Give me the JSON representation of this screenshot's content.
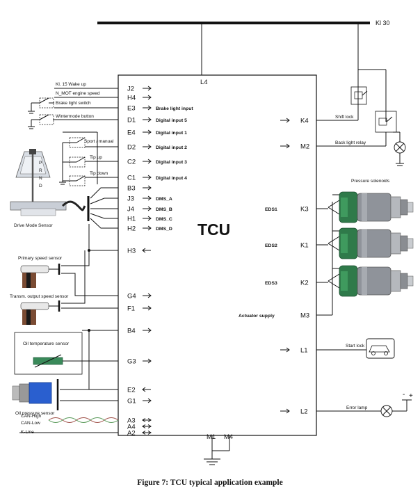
{
  "bus_label": "Kl 30",
  "tcu": {
    "title": "TCU",
    "top_pin": "L4",
    "bottom_pins": [
      "M1",
      "M4"
    ]
  },
  "left_pins": [
    "J2",
    "H4",
    "E3",
    "D1",
    "E4",
    "D2",
    "C2",
    "C1",
    "B3",
    "J3",
    "J4",
    "H1",
    "H2",
    "H3",
    "G4",
    "F1",
    "B4",
    "G3",
    "E2",
    "G1",
    "A3",
    "A4",
    "A2"
  ],
  "internal_labels": {
    "E3": "Brake light  input",
    "D1": "Digital input 5",
    "E4": "Digital input 1",
    "D2": "Digital input 2",
    "C2": "Digital input 3",
    "C1": "Digital input 4",
    "J3": "DMS_A",
    "J4": "DMS_B",
    "H1": "DMS_C",
    "H2": "DMS_D",
    "K3": "EDS1",
    "K1": "EDS2",
    "K2": "EDS3",
    "M3": "Actuator supply"
  },
  "right_pins": [
    "K4",
    "M2",
    "K3",
    "K1",
    "K2",
    "M3",
    "L1",
    "L2"
  ],
  "external_labels": {
    "kl15": "Kl. 15 Wake up",
    "nmot": "N_MOT engine speed",
    "brake_switch": "Brake light switch",
    "wintermode": "Wintermode button",
    "sport": "Sport / manual",
    "tipup": "Tip up",
    "tipdown": "Tip down",
    "dms": "Drive Mode Sensor",
    "prnd": [
      "P",
      "R",
      "N",
      "D"
    ],
    "primary": "Primary speed sensor",
    "transm": "Transm. output speed sensor",
    "oiltemp": "Oil temperature sensor",
    "oilpress": "Oil pressure sensor",
    "can_high": "CAN-High",
    "can_low": "CAN-Low",
    "kline": "K-Line",
    "shiftlock": "Shift lock",
    "backlight": "Back light relay",
    "pressure": "Pressure solenoids",
    "startlock": "Start lock",
    "errorlamp": "Error lamp",
    "plus": "+",
    "minus": "-"
  },
  "caption": "Figure 7: TCU typical application example",
  "colors": {
    "can_high": "#a0524a",
    "can_low": "#5a9a5a",
    "solenoid_green": "#2f7a4a",
    "sensor_blue": "#2a5fcf"
  }
}
